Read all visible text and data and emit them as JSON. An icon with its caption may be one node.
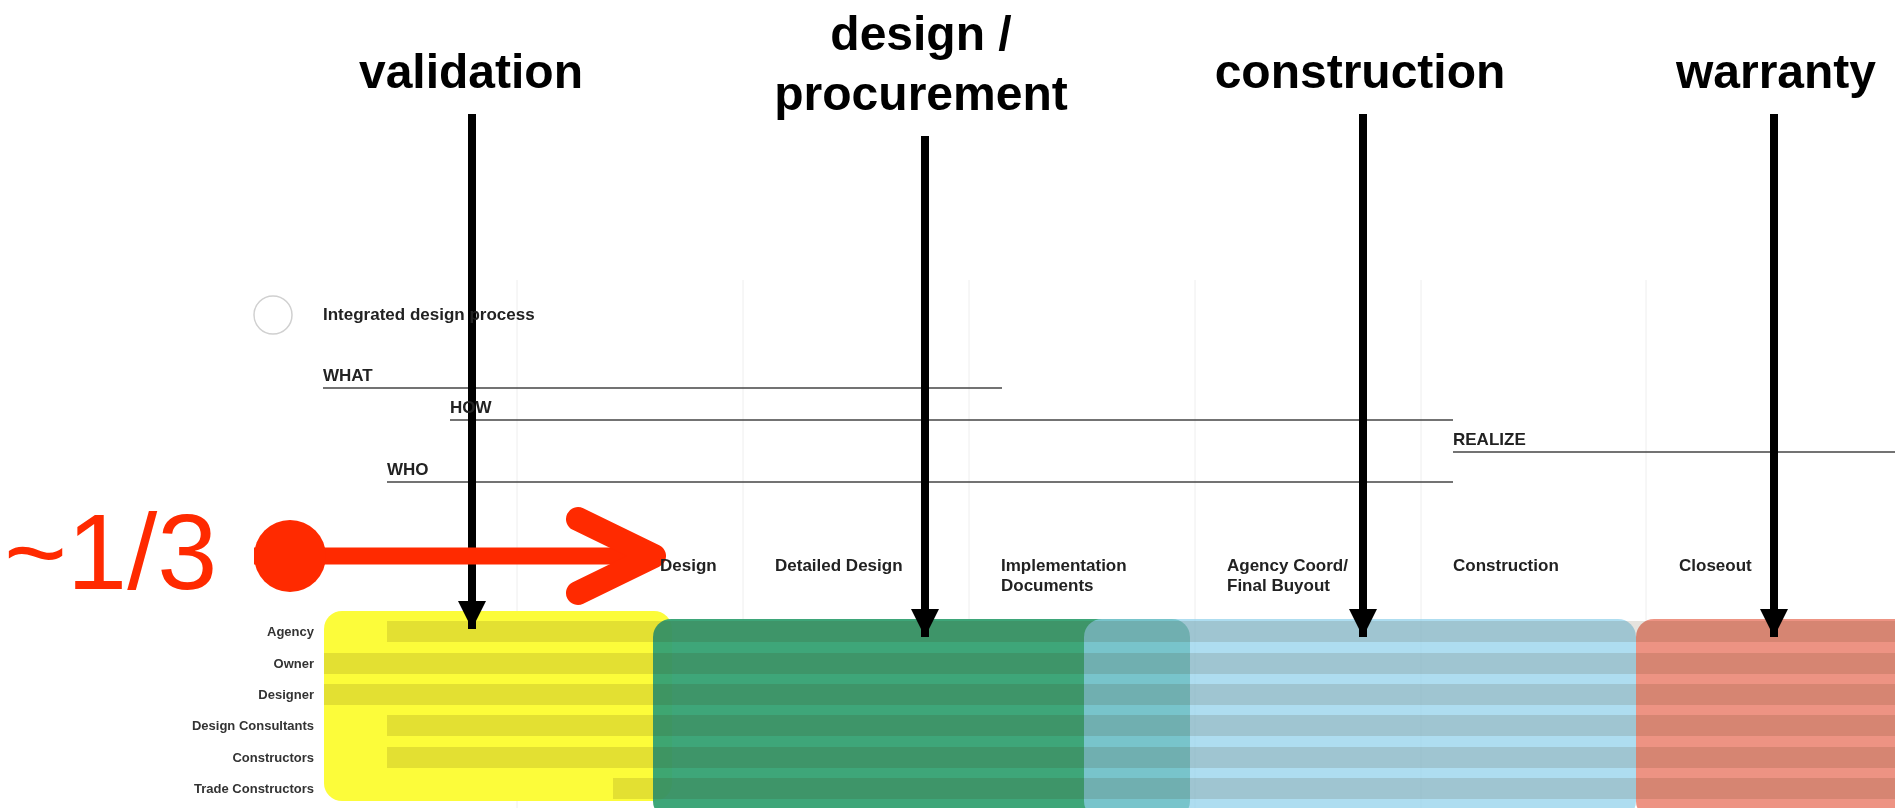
{
  "diagram": {
    "nodes": [
      {
        "text": [
          "validation"
        ]
      },
      {
        "text": [
          "design / procurement"
        ]
      },
      {
        "text": [
          "construction"
        ]
      },
      {
        "text": [
          "warranty"
        ]
      },
      {
        "text": [
          "~1/3"
        ]
      },
      {
        "text": [],
        "shape": "box"
      },
      {
        "text": [],
        "shape": "box"
      },
      {
        "text": [],
        "shape": "box"
      },
      {
        "text": [],
        "shape": "box"
      },
      {
        "text": [
          "Design"
        ]
      }
    ],
    "edges": [
      {
        "from": 0,
        "to": 5,
        "arrow": "to"
      },
      {
        "from": 1,
        "to": 6,
        "arrow": "to"
      },
      {
        "from": 2,
        "to": 7,
        "arrow": "to"
      },
      {
        "from": 3,
        "to": 8,
        "arrow": "to"
      },
      {
        "from": 4,
        "to": 9,
        "arrow": "to",
        "style": "thick",
        "color": "#ff2a00"
      }
    ],
    "labels": [
      "Integrated design process",
      "WHAT",
      "HOW",
      "REALIZE",
      "WHO",
      "Detailed Design",
      "Implementation Documents",
      "Agency Coord/ Final Buyout",
      "Construction",
      "Closeout",
      "Agency",
      "Owner",
      "Designer",
      "Design Consultants",
      "Constructors",
      "Trade Constructors"
    ]
  }
}
